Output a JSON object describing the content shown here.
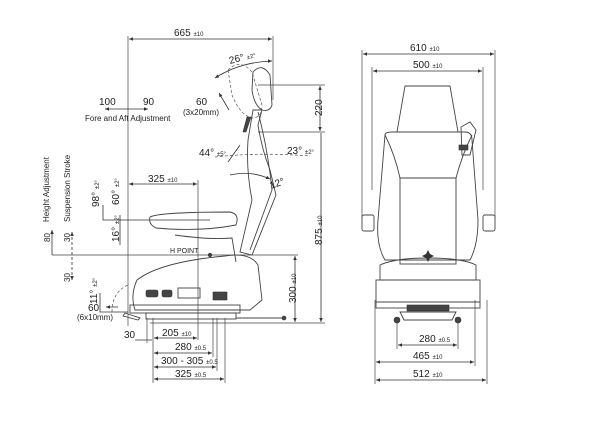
{
  "side_view": {
    "overall_depth": {
      "value": "665",
      "tol": "±10"
    },
    "headrest_tilt": {
      "value": "26°",
      "tol": "±2°"
    },
    "headrest_adjust": {
      "value": "60",
      "note": "(3x20mm)"
    },
    "fore_aft": {
      "rear": "100",
      "front": "90",
      "label": "Fore and Aft Adjustment"
    },
    "headrest_height": {
      "value": "220"
    },
    "backrest_forward": {
      "value": "44°",
      "tol": "±5°"
    },
    "backrest_rear": {
      "value": "23°",
      "tol": "±2°"
    },
    "armrest_depth": {
      "value": "325",
      "tol": "±10"
    },
    "backrest_angle": {
      "value": "12°"
    },
    "overall_height": {
      "value": "875",
      "tol": "±10"
    },
    "height_adjustment": {
      "label": "Height Adjustment",
      "value": "80"
    },
    "suspension_stroke": {
      "label": "Suspension Stroke",
      "up": "30",
      "down": "30"
    },
    "armrest_angle_a": {
      "value": "98°",
      "tol": "±2°"
    },
    "armrest_angle_b": {
      "value": "60°",
      "tol": "±2°"
    },
    "armrest_angle_c": {
      "value": "16°",
      "tol": "±2°"
    },
    "h_point": "H POINT",
    "h_point_height": {
      "value": "300",
      "tol": "±10"
    },
    "cushion_tilt": {
      "value": "11°",
      "tol": "±2°"
    },
    "cushion_extension": {
      "value": "60",
      "note": "(6x10mm)"
    },
    "rail_offset": {
      "value": "30"
    },
    "h_point_depth": {
      "value": "205",
      "tol": "±10"
    },
    "mount_280": {
      "value": "280",
      "tol": "±0.5"
    },
    "mount_300": {
      "value": "300 - 305",
      "tol": "±0.5"
    },
    "mount_325": {
      "value": "325",
      "tol": "±0.5"
    }
  },
  "front_view": {
    "armrest_width": {
      "value": "610",
      "tol": "±10"
    },
    "seat_width": {
      "value": "500",
      "tol": "±10"
    },
    "mount_width": {
      "value": "280",
      "tol": "±0.5"
    },
    "base_width": {
      "value": "465",
      "tol": "±10"
    },
    "overall_base": {
      "value": "512",
      "tol": "±10"
    }
  }
}
